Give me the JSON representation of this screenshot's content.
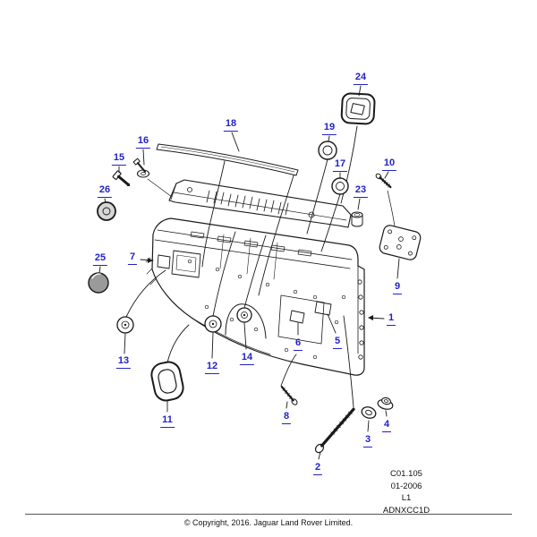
{
  "colors": {
    "callout_blue": "#2222cc",
    "line_black": "#1a1a1a",
    "background": "#ffffff"
  },
  "callouts": {
    "c1": "1",
    "c2": "2",
    "c3": "3",
    "c4": "4",
    "c5": "5",
    "c6": "6",
    "c7": "7",
    "c8": "8",
    "c9": "9",
    "c10": "10",
    "c11": "11",
    "c12": "12",
    "c13": "13",
    "c14": "14",
    "c15": "15",
    "c16": "16",
    "c17": "17",
    "c18": "18",
    "c19": "19",
    "c23": "23",
    "c24": "24",
    "c25": "25",
    "c26": "26"
  },
  "ref_block": {
    "catalog_code": "C01.105",
    "date_code": "01-2006",
    "sheet_code": "L1",
    "drawing_code": "ADNXCC1D"
  },
  "footer": {
    "copyright": "© Copyright, 2016. Jaguar Land Rover Limited."
  }
}
